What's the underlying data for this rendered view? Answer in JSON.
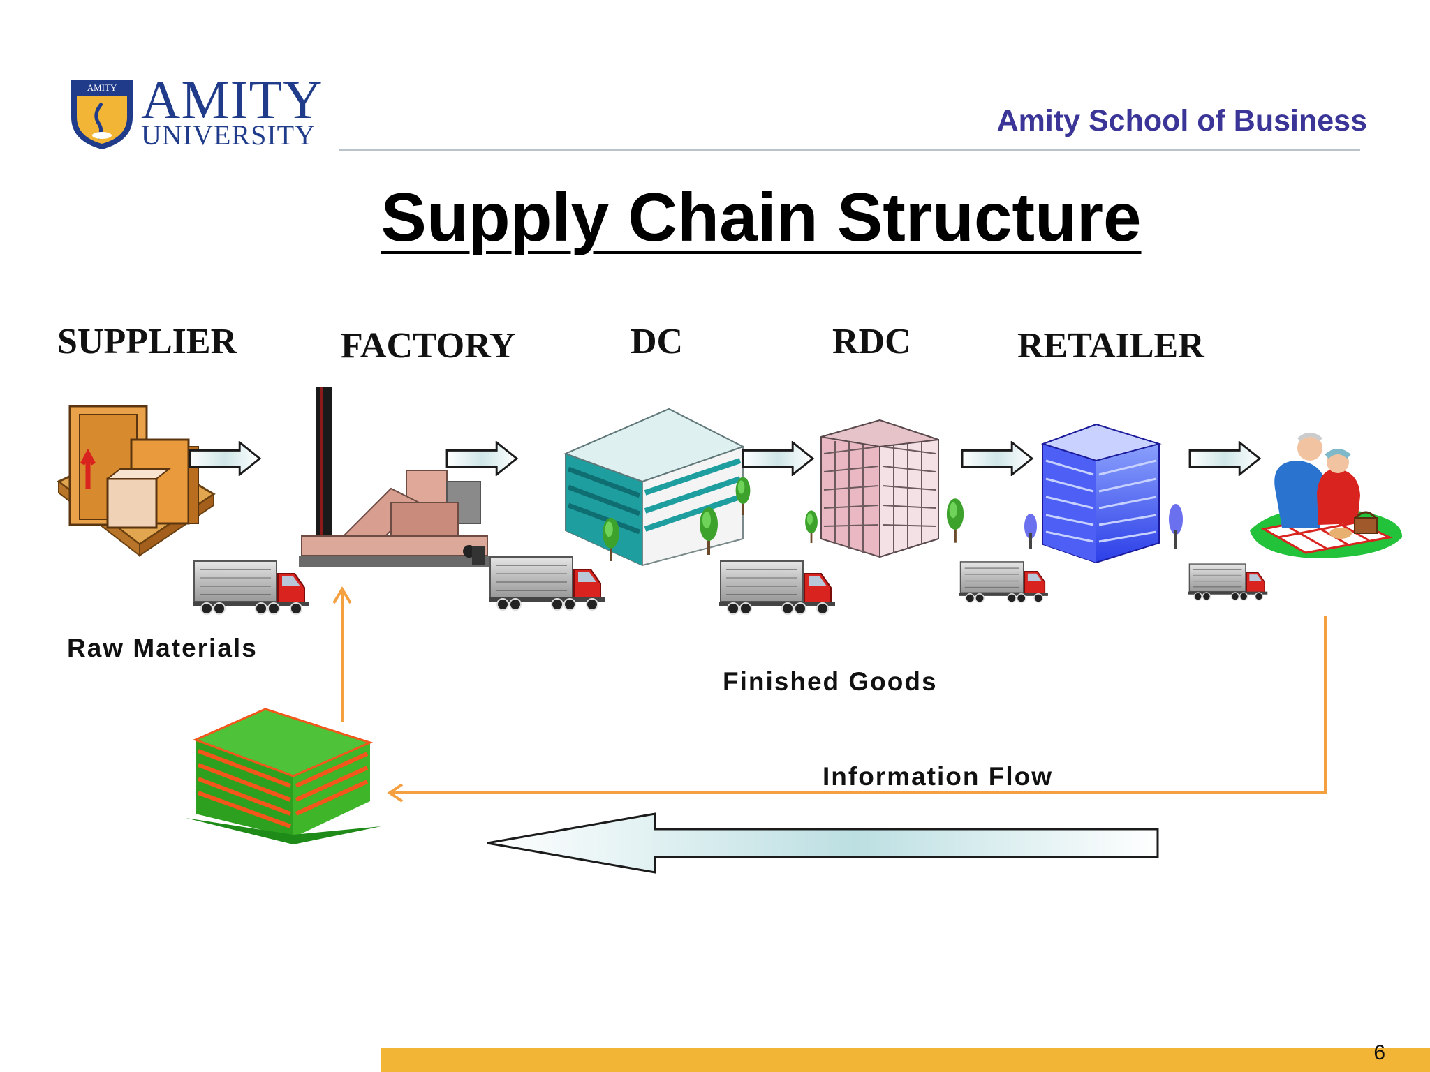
{
  "header": {
    "logo_line1": "AMITY",
    "logo_line2": "UNIVERSITY",
    "logo_crest_text": "AMITY",
    "school": "Amity School of Business"
  },
  "title": "Supply Chain Structure",
  "stages": {
    "supplier": "SUPPLIER",
    "factory": "FACTORY",
    "dc": "DC",
    "rdc": "RDC",
    "retailer": "RETAILER"
  },
  "labels": {
    "raw_materials": "Raw Materials",
    "finished_goods": "Finished Goods",
    "information_flow": "Information Flow"
  },
  "page_number": "6",
  "colors": {
    "brand_blue": "#1f3b8a",
    "school_purple": "#3a3596",
    "info_arrow_orange": "#f5a040",
    "footer_gold": "#f2b535",
    "truck_red": "#d9231f"
  }
}
